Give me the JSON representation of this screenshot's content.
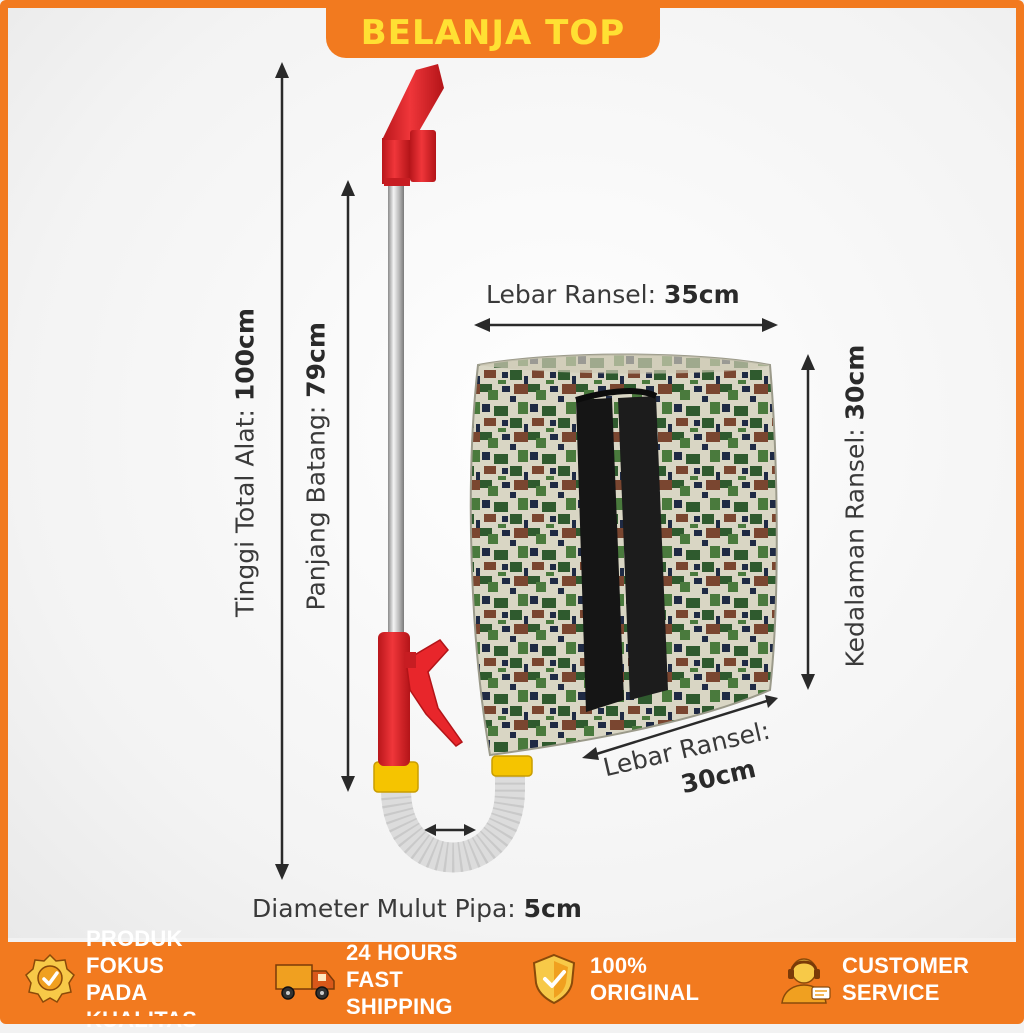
{
  "brand": {
    "name": "BELANJA TOP"
  },
  "labels": {
    "total_height_prefix": "Tinggi Total Alat: ",
    "total_height_value": "100cm",
    "rod_length_prefix": "Panjang Batang: ",
    "rod_length_value": "79cm",
    "bag_width_top_prefix": "Lebar Ransel: ",
    "bag_width_top_value": "35cm",
    "bag_depth_prefix": "Kedalaman Ransel: ",
    "bag_depth_value": "30cm",
    "bag_width_bottom_prefix": "Lebar Ransel:",
    "bag_width_bottom_value": "30cm",
    "pipe_diameter_prefix": "Diameter Mulut Pipa: ",
    "pipe_diameter_value": "5cm"
  },
  "features": [
    {
      "line1": "PRODUK FOKUS",
      "line2": "PADA KUALITAS",
      "icon": "quality-badge-icon"
    },
    {
      "line1": "24 HOURS",
      "line2": "FAST SHIPPING",
      "icon": "delivery-truck-icon"
    },
    {
      "line1": "100%",
      "line2": "ORIGINAL",
      "icon": "shield-check-icon"
    },
    {
      "line1": "CUSTOMER",
      "line2": "SERVICE",
      "icon": "customer-service-icon"
    }
  ],
  "colors": {
    "accent": "#f27a1f",
    "brand_text": "#ffe033",
    "nozzle_red": "#e8262b",
    "fitting_yellow": "#f5c400"
  }
}
